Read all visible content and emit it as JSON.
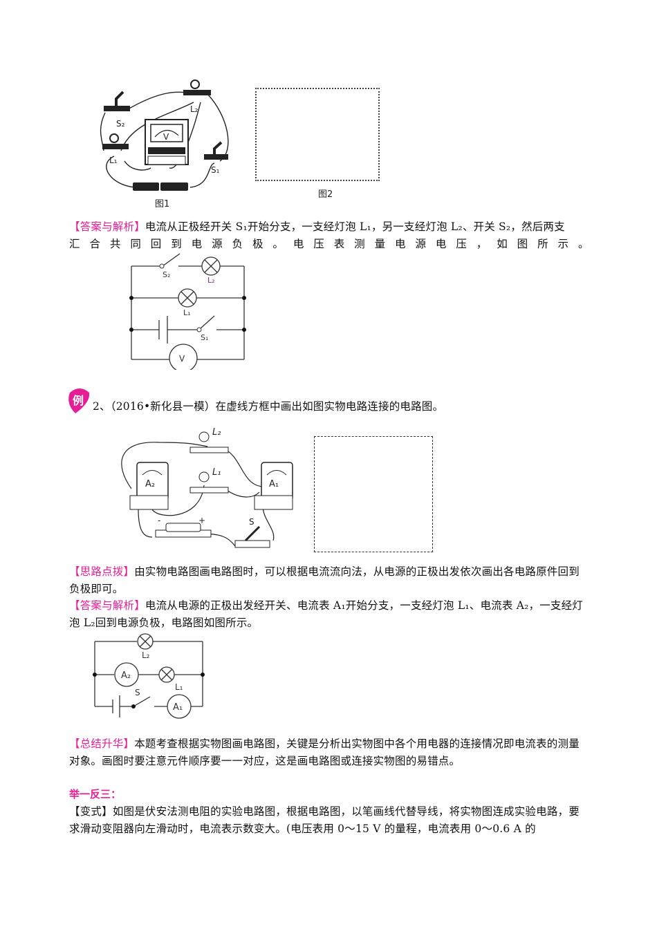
{
  "colors": {
    "accent": "#e61e96",
    "text": "#111111"
  },
  "figure1": {
    "caption_left": "图1",
    "caption_right": "图2",
    "labels": {
      "s2": "S2",
      "l2": "L2",
      "l1": "L1",
      "s1": "S1",
      "meter": "V"
    }
  },
  "answer1": {
    "tag": "【答案与解析】",
    "line1": "电流从正极经开关 S₁开始分支，一支经灯泡 L₁，另一支经灯泡 L₂、开关 S₂，然后两支",
    "line2_chars": [
      "汇",
      "合",
      "共",
      "同",
      "回",
      "到",
      "电",
      "源",
      "负",
      "极",
      "。",
      "电",
      "压",
      "表",
      "测",
      "量",
      "电",
      "源",
      "电",
      "压",
      "，",
      "如",
      "图",
      "所",
      "示",
      "。"
    ]
  },
  "circuit1": {
    "s2": "S2",
    "l2": "L2",
    "l1": "L1",
    "s1": "S1",
    "meter": "V"
  },
  "example2": {
    "badge": "例",
    "text": "2、（2016•新化县一模）在虚线方框中画出如图实物电路连接的电路图。"
  },
  "figure2": {
    "labels": {
      "l2": "L2",
      "l1": "L1",
      "a2": "A2",
      "a1": "A1",
      "switch": "S",
      "minus": "-",
      "plus": "+"
    }
  },
  "hint": {
    "tag": "【思路点拨】",
    "text": "由实物电路图画电路图时，可以根据电流流向法，从电源的正极出发依次画出各电路原件回到负极即可。"
  },
  "answer2": {
    "tag": "【答案与解析】",
    "text": "电流从电源的正极出发经开关、电流表 A₁开始分支，一支经灯泡 L₁、电流表 A₂，一支经灯泡 L₂回到电源负极，电路图如图所示。"
  },
  "circuit2": {
    "l2": "L2",
    "l1": "L1",
    "a2": "A2",
    "a1": "A1",
    "switch": "S"
  },
  "summary": {
    "tag": "【总结升华】",
    "text": "本题考查根据实物图画电路图，关键是分析出实物图中各个用电器的连接情况即电流表的测量对象。画图时要注意元件顺序要一一对应，这是画电路图或连接实物图的易错点。"
  },
  "practice": {
    "heading": "举一反三：",
    "tag": "【变式】",
    "text": "如图是伏安法测电阻的实验电路图，根据电路图，以笔画线代替导线，将实物图连成实验电路，要求滑动变阻器向左滑动时，电流表示数变大。(电压表用 0～15  V 的量程，电流表用 0～0.6  A 的"
  }
}
